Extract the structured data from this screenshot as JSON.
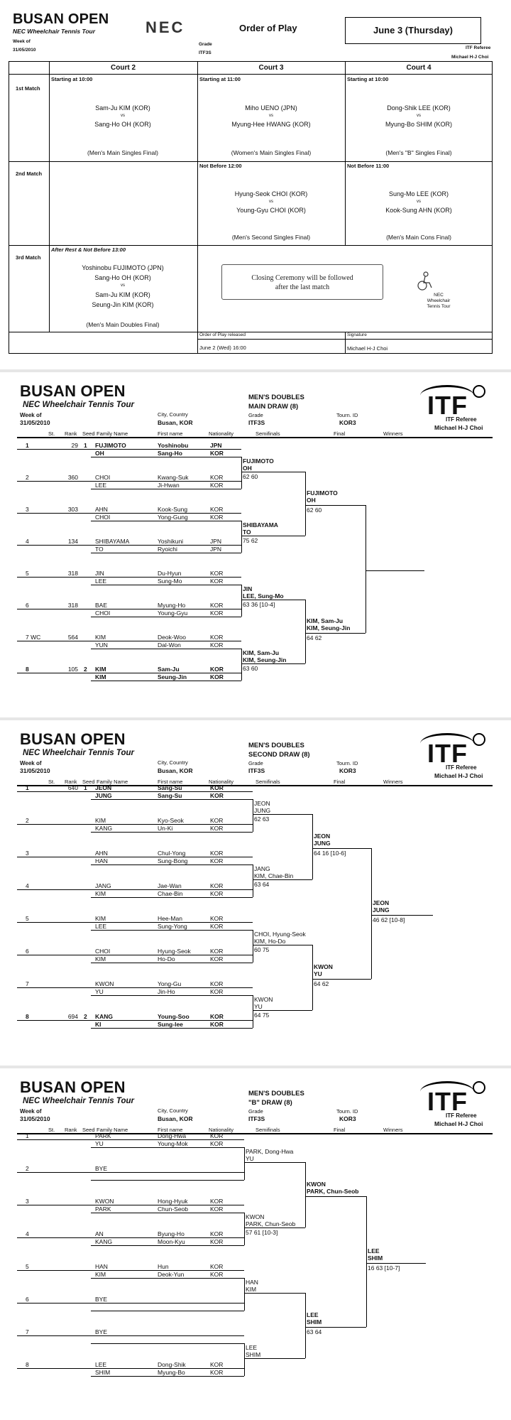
{
  "oop": {
    "title": "BUSAN OPEN",
    "subtitle": "NEC Wheelchair Tennis Tour",
    "week_label": "Week of",
    "week": "31/05/2010",
    "logo": "NEC",
    "heading": "Order of Play",
    "date": "June 3 (Thursday)",
    "grade_label": "Grade",
    "grade": "ITF3S",
    "referee_label": "ITF Referee",
    "referee": "Michael H-J Choi",
    "courts": [
      "Court 2",
      "Court 3",
      "Court 4"
    ],
    "rows": [
      "1st Match",
      "2nd Match",
      "3rd Match"
    ],
    "m1": [
      {
        "time": "Starting at 10:00",
        "p1": "Sam-Ju KIM (KOR)",
        "vs": "vs",
        "p2": "Sang-Ho OH (KOR)",
        "event": "(Men's Main Singles Final)"
      },
      {
        "time": "Starting at 11:00",
        "p1": "Miho UENO (JPN)",
        "vs": "vs",
        "p2": "Myung-Hee HWANG (KOR)",
        "event": "(Women's Main Singles Final)"
      },
      {
        "time": "Starting at 10:00",
        "p1": "Dong-Shik LEE (KOR)",
        "vs": "vs",
        "p2": "Myung-Bo SHIM (KOR)",
        "event": "(Men's \"B\" Singles Final)"
      }
    ],
    "m2": [
      {
        "time": "Not Before 12:00",
        "p1": "Hyung-Seok CHOI (KOR)",
        "vs": "vs",
        "p2": "Young-Gyu CHOI (KOR)",
        "event": "(Men's Second Singles Final)"
      },
      {
        "time": "Not Before 11:00",
        "p1": "Sung-Mo LEE (KOR)",
        "vs": "vs",
        "p2": "Kook-Sung AHN (KOR)",
        "event": "(Men's Main Cons Final)"
      }
    ],
    "m3": {
      "time": "After Rest & Not Before 13:00",
      "l1": "Yoshinobu FUJIMOTO (JPN)",
      "l2": "Sang-Ho OH (KOR)",
      "vs": "vs",
      "l3": "Sam-Ju KIM (KOR)",
      "l4": "Seung-Jin KIM (KOR)",
      "event": "(Men's Main Doubles Final)"
    },
    "ceremony1": "Closing Ceremony will be followed",
    "ceremony2": "after the last match",
    "mini_logo": "NEC",
    "mini_logo2": "Wheelchair",
    "mini_logo3": "Tennis Tour",
    "released_label": "Order of Play released",
    "released": "June 2 (Wed) 16:00",
    "signature_label": "Signature",
    "signature": "Michael H-J Choi"
  },
  "common": {
    "title": "BUSAN OPEN",
    "subtitle": "NEC Wheelchair Tennis Tour",
    "week_label": "Week of",
    "week": "31/05/2010",
    "city_label": "City, Country",
    "city": "Busan, KOR",
    "grade_label": "Grade",
    "grade": "ITF3S",
    "tid_label": "Tourn. ID",
    "tid": "KOR3",
    "referee_label": "ITF Referee",
    "referee": "Michael H-J Choi",
    "logo": "ITF",
    "cols": {
      "st": "St.",
      "rank": "Rank",
      "seed": "Seed",
      "family": "Family Name",
      "first": "First name",
      "nat": "Nationality",
      "semis": "Semifinals",
      "final": "Final",
      "winners": "Winners"
    }
  },
  "d1": {
    "event1": "MEN'S DOUBLES",
    "event2": "MAIN DRAW (8)",
    "entries": [
      {
        "st": "1",
        "rank": "29",
        "seed": "1",
        "a": "FUJIMOTO",
        "af": "Yoshinobu",
        "an": "JPN",
        "b": "OH",
        "bf": "Sang-Ho",
        "bn": "KOR"
      },
      {
        "st": "2",
        "rank": "360",
        "seed": "",
        "a": "CHOI",
        "af": "Kwang-Suk",
        "an": "KOR",
        "b": "LEE",
        "bf": "Ji-Hwan",
        "bn": "KOR"
      },
      {
        "st": "3",
        "rank": "303",
        "seed": "",
        "a": "AHN",
        "af": "Kook-Sung",
        "an": "KOR",
        "b": "CHOI",
        "bf": "Yong-Gung",
        "bn": "KOR"
      },
      {
        "st": "4",
        "rank": "134",
        "seed": "",
        "a": "SHIBAYAMA",
        "af": "Yoshikuni",
        "an": "JPN",
        "b": "TO",
        "bf": "Ryoichi",
        "bn": "JPN"
      },
      {
        "st": "5",
        "rank": "318",
        "seed": "",
        "a": "JIN",
        "af": "Du-Hyun",
        "an": "KOR",
        "b": "LEE",
        "bf": "Sung-Mo",
        "bn": "KOR"
      },
      {
        "st": "6",
        "rank": "318",
        "seed": "",
        "a": "BAE",
        "af": "Myung-Ho",
        "an": "KOR",
        "b": "CHOI",
        "bf": "Young-Gyu",
        "bn": "KOR"
      },
      {
        "st": "7 WC",
        "rank": "564",
        "seed": "",
        "a": "KIM",
        "af": "Deok-Woo",
        "an": "KOR",
        "b": "YUN",
        "bf": "Dal-Won",
        "bn": "KOR"
      },
      {
        "st": "8",
        "rank": "105",
        "seed": "2",
        "a": "KIM",
        "af": "Sam-Ju",
        "an": "KOR",
        "b": "KIM",
        "bf": "Seung-Jin",
        "bn": "KOR"
      }
    ],
    "r1": [
      {
        "l1": "FUJIMOTO",
        "l2": "OH",
        "s": "62 60"
      },
      {
        "l1": "SHIBAYAMA",
        "l2": "TO",
        "s": "75 62"
      },
      {
        "l1": "JIN",
        "l2": "LEE, Sung-Mo",
        "s": "63 36 [10-4]"
      },
      {
        "l1": "KIM, Sam-Ju",
        "l2": "KIM, Seung-Jin",
        "s": "63 60"
      }
    ],
    "r2": [
      {
        "l1": "FUJIMOTO",
        "l2": "OH",
        "s": "62 60"
      },
      {
        "l1": "KIM, Sam-Ju",
        "l2": "KIM, Seung-Jin",
        "s": "64 62"
      }
    ]
  },
  "d2": {
    "event1": "MEN'S DOUBLES",
    "event2": "SECOND DRAW (8)",
    "entries": [
      {
        "st": "1",
        "rank": "640",
        "seed": "1",
        "a": "JEON",
        "af": "Sang-Su",
        "an": "KOR",
        "b": "JUNG",
        "bf": "Sang-Su",
        "bn": "KOR"
      },
      {
        "st": "2",
        "rank": "",
        "seed": "",
        "a": "KIM",
        "af": "Kyo-Seok",
        "an": "KOR",
        "b": "KANG",
        "bf": "Un-Ki",
        "bn": "KOR"
      },
      {
        "st": "3",
        "rank": "",
        "seed": "",
        "a": "AHN",
        "af": "Chul-Yong",
        "an": "KOR",
        "b": "HAN",
        "bf": "Sung-Bong",
        "bn": "KOR"
      },
      {
        "st": "4",
        "rank": "",
        "seed": "",
        "a": "JANG",
        "af": "Jae-Wan",
        "an": "KOR",
        "b": "KIM",
        "bf": "Chae-Bin",
        "bn": "KOR"
      },
      {
        "st": "5",
        "rank": "",
        "seed": "",
        "a": "KIM",
        "af": "Hee-Man",
        "an": "KOR",
        "b": "LEE",
        "bf": "Sung-Yong",
        "bn": "KOR"
      },
      {
        "st": "6",
        "rank": "",
        "seed": "",
        "a": "CHOI",
        "af": "Hyung-Seok",
        "an": "KOR",
        "b": "KIM",
        "bf": "Ho-Do",
        "bn": "KOR"
      },
      {
        "st": "7",
        "rank": "",
        "seed": "",
        "a": "KWON",
        "af": "Yong-Gu",
        "an": "KOR",
        "b": "YU",
        "bf": "Jin-Ho",
        "bn": "KOR"
      },
      {
        "st": "8",
        "rank": "694",
        "seed": "2",
        "a": "KANG",
        "af": "Young-Soo",
        "an": "KOR",
        "b": "KI",
        "bf": "Sung-lee",
        "bn": "KOR"
      }
    ],
    "r1": [
      {
        "l1": "JEON",
        "l2": "JUNG",
        "s": "62 63"
      },
      {
        "l1": "JANG",
        "l2": "KIM, Chae-Bin",
        "s": "63 64"
      },
      {
        "l1": "CHOI, Hyung-Seok",
        "l2": "KIM, Ho-Do",
        "s": "60 75"
      },
      {
        "l1": "KWON",
        "l2": "YU",
        "s": "64 75"
      }
    ],
    "r2": [
      {
        "l1": "JEON",
        "l2": "JUNG",
        "s": "64 16 [10-6]"
      },
      {
        "l1": "KWON",
        "l2": "YU",
        "s": "64 62"
      }
    ],
    "r3": {
      "l1": "JEON",
      "l2": "JUNG",
      "s": "46 62 [10-8]"
    }
  },
  "d3": {
    "event1": "MEN'S DOUBLES",
    "event2": "\"B\" DRAW (8)",
    "entries": [
      {
        "st": "1",
        "rank": "",
        "seed": "",
        "a": "PARK",
        "af": "Dong-Hwa",
        "an": "KOR",
        "b": "YU",
        "bf": "Young-Mok",
        "bn": "KOR"
      },
      {
        "st": "2",
        "rank": "",
        "seed": "",
        "a": "BYE",
        "af": "",
        "an": "",
        "b": "",
        "bf": "",
        "bn": ""
      },
      {
        "st": "3",
        "rank": "",
        "seed": "",
        "a": "KWON",
        "af": "Hong-Hyuk",
        "an": "KOR",
        "b": "PARK",
        "bf": "Chun-Seob",
        "bn": "KOR"
      },
      {
        "st": "4",
        "rank": "",
        "seed": "",
        "a": "AN",
        "af": "Byung-Ho",
        "an": "KOR",
        "b": "KANG",
        "bf": "Moon-Kyu",
        "bn": "KOR"
      },
      {
        "st": "5",
        "rank": "",
        "seed": "",
        "a": "HAN",
        "af": "Hun",
        "an": "KOR",
        "b": "KIM",
        "bf": "Deok-Yun",
        "bn": "KOR"
      },
      {
        "st": "6",
        "rank": "",
        "seed": "",
        "a": "BYE",
        "af": "",
        "an": "",
        "b": "",
        "bf": "",
        "bn": ""
      },
      {
        "st": "7",
        "rank": "",
        "seed": "",
        "a": "BYE",
        "af": "",
        "an": "",
        "b": "",
        "bf": "",
        "bn": ""
      },
      {
        "st": "8",
        "rank": "",
        "seed": "",
        "a": "LEE",
        "af": "Dong-Shik",
        "an": "KOR",
        "b": "SHIM",
        "bf": "Myung-Bo",
        "bn": "KOR"
      }
    ],
    "r1": [
      {
        "l1": "PARK, Dong-Hwa",
        "l2": "YU",
        "s": ""
      },
      {
        "l1": "KWON",
        "l2": "PARK, Chun-Seob",
        "s": "57 61 [10-3]"
      },
      {
        "l1": "HAN",
        "l2": "KIM",
        "s": ""
      },
      {
        "l1": "LEE",
        "l2": "SHIM",
        "s": ""
      }
    ],
    "r2": [
      {
        "l1": "KWON",
        "l2": "PARK, Chun-Seob",
        "s": ""
      },
      {
        "l1": "LEE",
        "l2": "SHIM",
        "s": "63 64"
      }
    ],
    "r3": {
      "l1": "LEE",
      "l2": "SHIM",
      "s": "16 63 [10-7]"
    }
  }
}
